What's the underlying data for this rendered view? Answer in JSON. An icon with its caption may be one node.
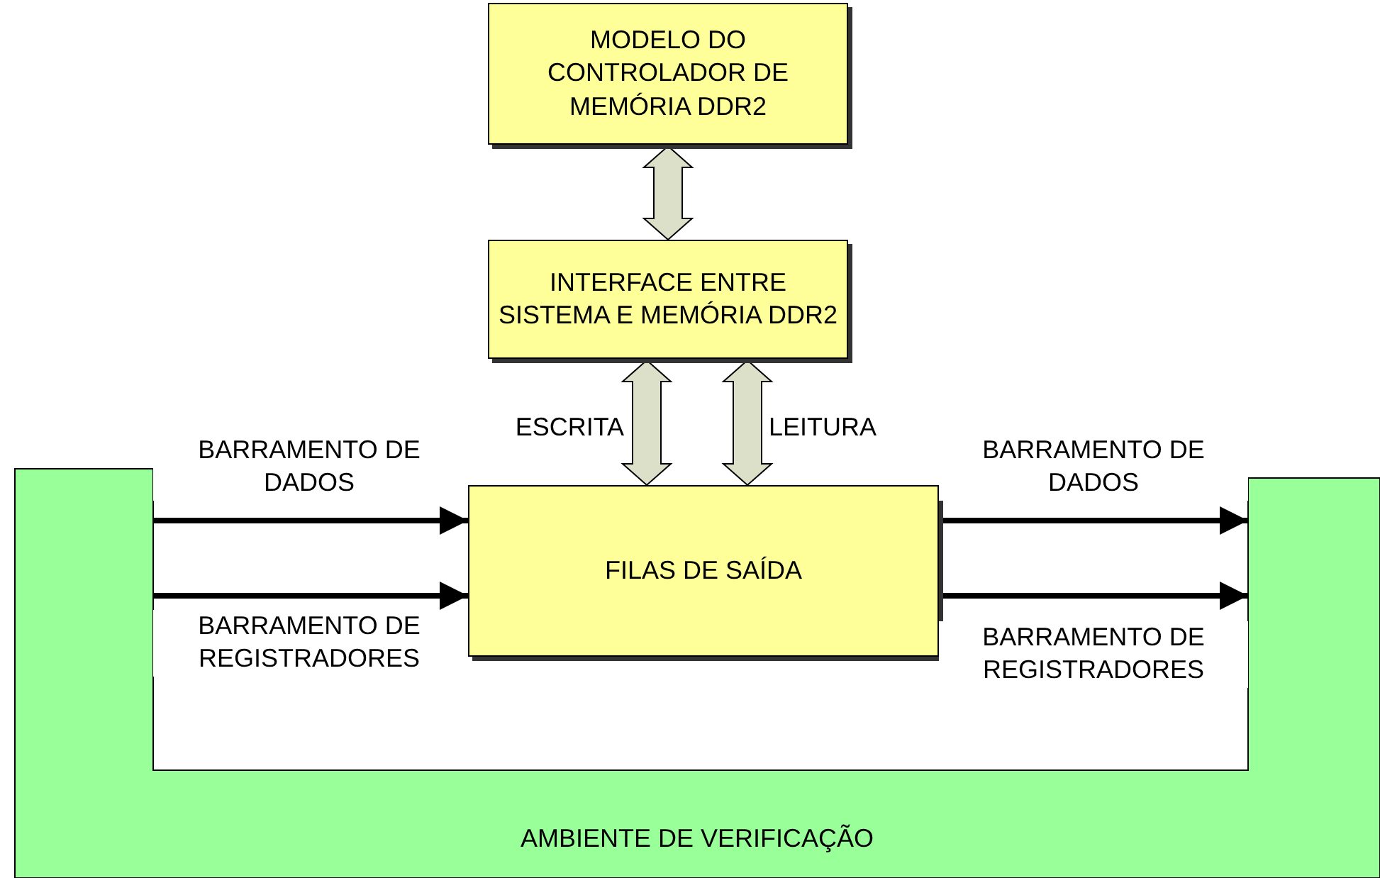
{
  "diagram": {
    "nodes": [
      {
        "text": [
          "MODELO DO CONTROLADOR DE MEMÓRIA DDR2"
        ]
      },
      {
        "text": [
          "INTERFACE ENTRE SISTEMA E MEMÓRIA DDR2"
        ]
      },
      {
        "text": [
          "FILAS DE SAÍDA"
        ]
      },
      {
        "text": [
          "AMBIENTE DE VERIFICAÇÃO"
        ]
      }
    ],
    "edges": [
      {
        "from": 0,
        "to": 1,
        "arrow": "both",
        "style": "thick"
      },
      {
        "from": 1,
        "to": 2,
        "arrow": "both",
        "style": "thick",
        "label": "ESCRITA"
      },
      {
        "from": 1,
        "to": 2,
        "arrow": "both",
        "style": "thick",
        "label": "LEITURA"
      },
      {
        "from": 3,
        "to": 2,
        "arrow": "to",
        "label": "BARRAMENTO DE DADOS"
      },
      {
        "from": 3,
        "to": 2,
        "arrow": "to",
        "label": "BARRAMENTO DE REGISTRADORES"
      },
      {
        "from": 2,
        "to": 3,
        "arrow": "to",
        "label": "BARRAMENTO DE DADOS"
      },
      {
        "from": 2,
        "to": 3,
        "arrow": "to",
        "label": "BARRAMENTO DE REGISTRADORES"
      }
    ]
  }
}
